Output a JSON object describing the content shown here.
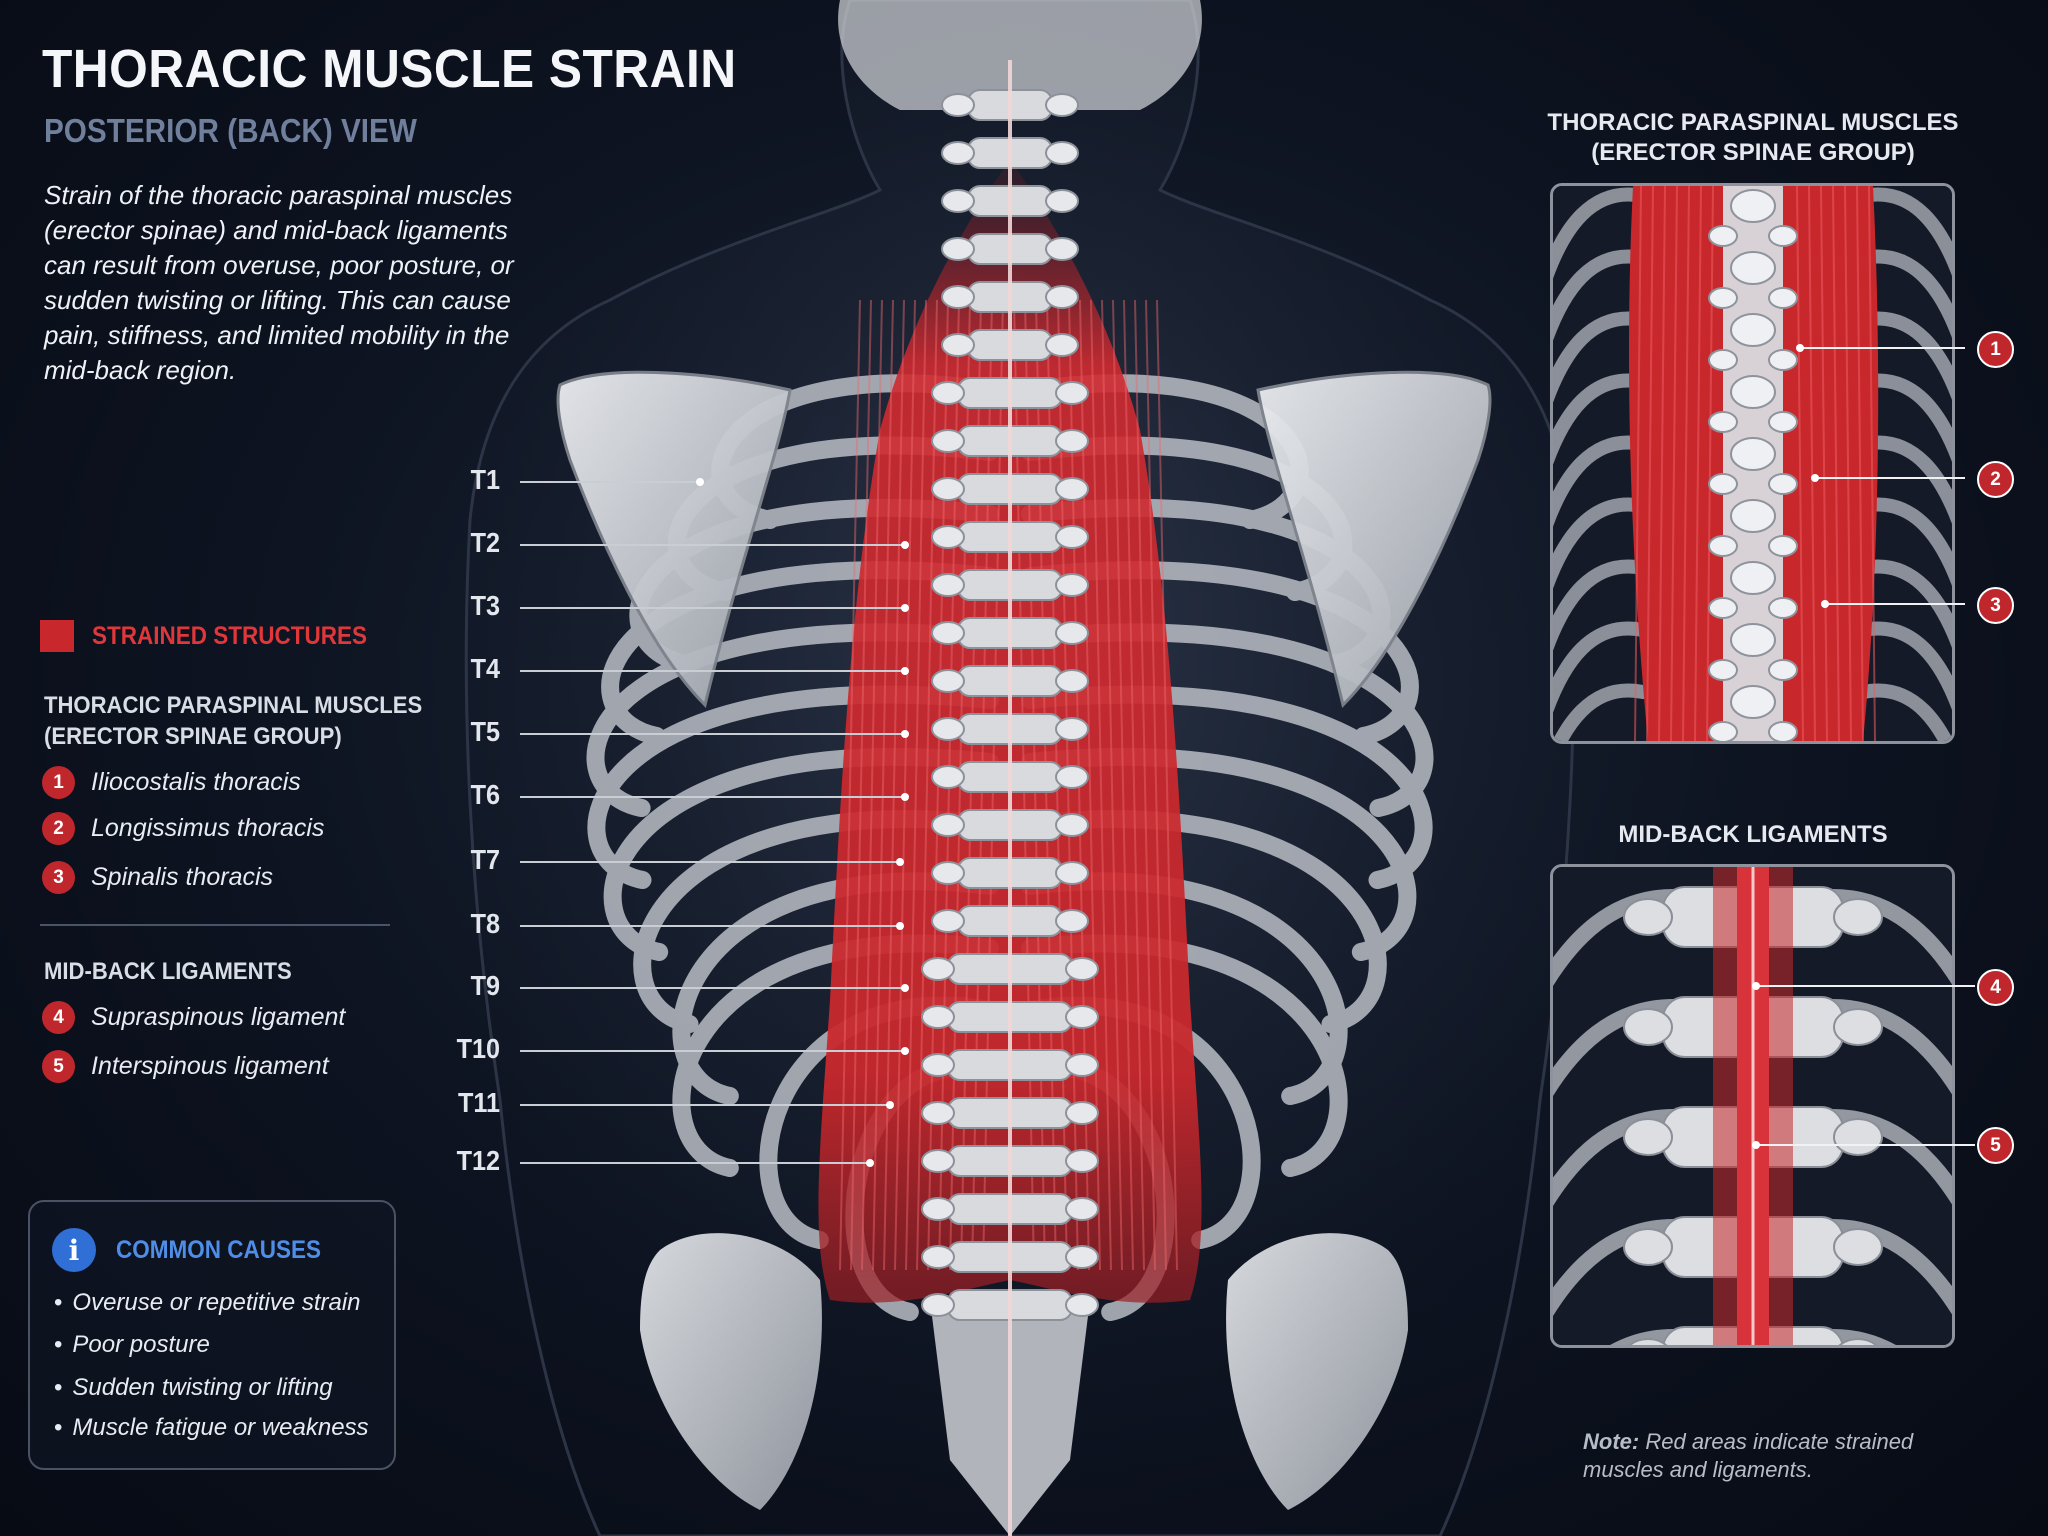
{
  "header": {
    "title": "THORACIC MUSCLE STRAIN",
    "subtitle": "POSTERIOR (BACK) VIEW",
    "description": "Strain of the thoracic paraspinal muscles (erector spinae) and mid-back ligaments can result from overuse, poor posture, or sudden twisting or lifting. This can cause pain, stiffness, and limited mobility in the mid-back region."
  },
  "legend": {
    "heading": "STRAINED STRUCTURES",
    "muscle_group": {
      "title_line1": "THORACIC PARASPINAL MUSCLES",
      "title_line2": "(ERECTOR SPINAE GROUP)",
      "items": [
        {
          "number": "1",
          "label": "Iliocostalis thoracis"
        },
        {
          "number": "2",
          "label": "Longissimus thoracis"
        },
        {
          "number": "3",
          "label": "Spinalis thoracis"
        }
      ]
    },
    "ligament_group": {
      "title": "MID-BACK LIGAMENTS",
      "items": [
        {
          "number": "4",
          "label": "Supraspinous ligament"
        },
        {
          "number": "5",
          "label": "Interspinous ligament"
        }
      ]
    }
  },
  "causes": {
    "title": "COMMON CAUSES",
    "icon": "info-icon",
    "items": [
      "Overuse or repetitive strain",
      "Poor posture",
      "Sudden twisting or lifting",
      "Muscle fatigue or weakness"
    ]
  },
  "vertebrae": [
    "T1",
    "T2",
    "T3",
    "T4",
    "T5",
    "T6",
    "T7",
    "T8",
    "T9",
    "T10",
    "T11",
    "T12"
  ],
  "insets": {
    "muscles": {
      "title_line1": "THORACIC PARASPINAL MUSCLES",
      "title_line2": "(ERECTOR SPINAE GROUP)",
      "callouts": [
        "1",
        "2",
        "3"
      ]
    },
    "ligaments": {
      "title": "MID-BACK LIGAMENTS",
      "callouts": [
        "4",
        "5"
      ]
    }
  },
  "note": {
    "label": "Note:",
    "text": "Red areas indicate strained muscles and ligaments."
  },
  "colors": {
    "background": "#0d1320",
    "strain_red": "#c8282c",
    "bone": "#d4d6da",
    "info_blue": "#2f6fd6"
  }
}
